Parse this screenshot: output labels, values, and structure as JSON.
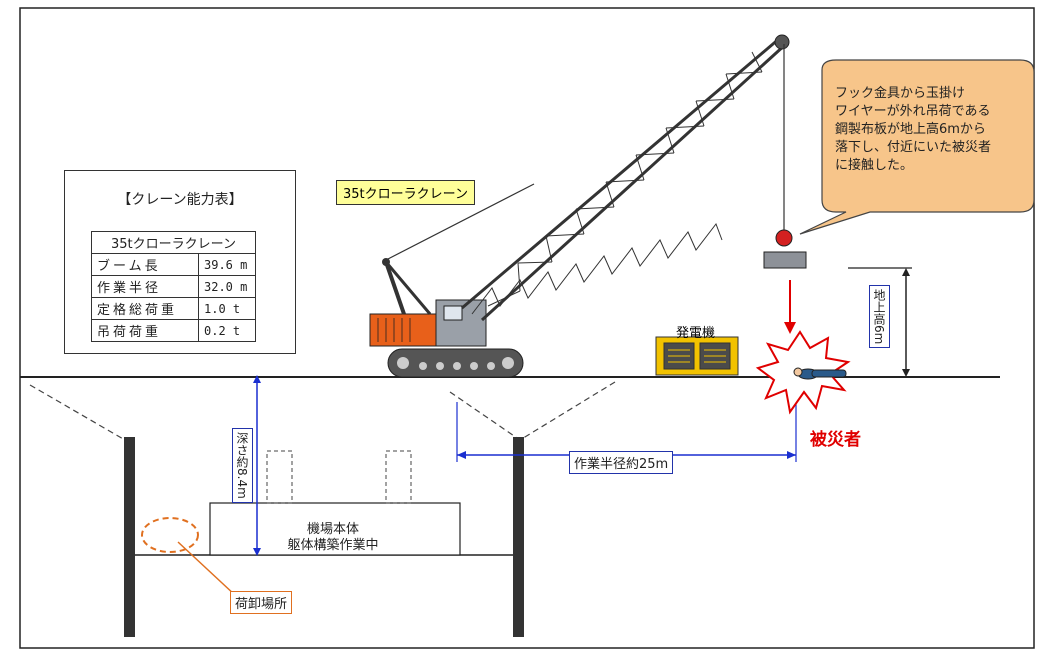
{
  "capacity_table": {
    "title": "【クレーン能力表】",
    "header": "35tクローラクレーン",
    "rows": [
      {
        "label": "ブーム長",
        "value": "39.6 m"
      },
      {
        "label": "作業半径",
        "value": "32.0 m"
      },
      {
        "label": "定格総荷重",
        "value": "1.0 t"
      },
      {
        "label": "吊荷荷重",
        "value": "0.2 t"
      }
    ]
  },
  "crane_label": "35tクローラクレーン",
  "callout_lines": [
    "フック金具から玉掛け",
    "ワイヤーが外れ吊荷である",
    "鋼製布板が地上高6mから",
    "落下し、付近にいた被災者",
    "に接触した。"
  ],
  "generator_label": "発電機",
  "height_label": "地上高6m",
  "victim_label": "被災者",
  "radius_label": "作業半径約25m",
  "depth_label": "深さ約8.4m",
  "main_body_lines": [
    "機場本体",
    "躯体構築作業中"
  ],
  "unload_label": "荷卸場所",
  "colors": {
    "crane_orange": "#e8601a",
    "crane_gray": "#9aa0a8",
    "generator_yellow": "#f2c200",
    "callout_fill": "#f7c58a",
    "dimension_blue": "#1a2fd0",
    "victim_red": "#e00000",
    "unload_orange": "#e07020"
  }
}
